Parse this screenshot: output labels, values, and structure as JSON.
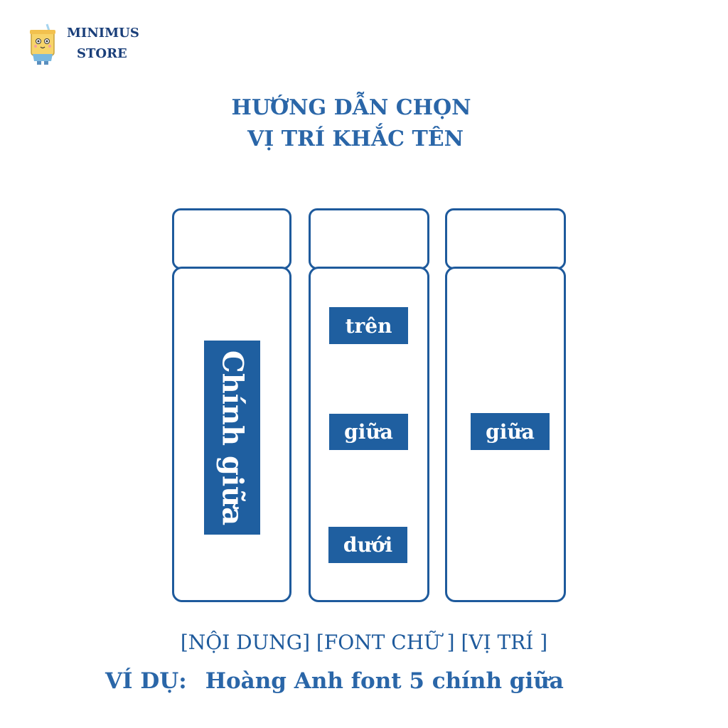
{
  "brand": {
    "line1": "MINIMUS",
    "line2": "STORE",
    "logo_icon": "cup-mascot-icon"
  },
  "title": {
    "line1": "HƯỚNG DẪN CHỌN",
    "line2": "VỊ TRÍ KHẮC TÊN"
  },
  "bottles": [
    {
      "labels": [
        "Chính giữa"
      ]
    },
    {
      "labels": [
        "trên",
        "giữa",
        "dưới"
      ]
    },
    {
      "labels": [
        "giữa"
      ]
    }
  ],
  "format": {
    "text": "[NỘI DUNG] [FONT CHỮ ] [VỊ TRÍ ]"
  },
  "example": {
    "label": "VÍ DỤ:",
    "text": "Hoàng Anh font 5 chính giữa"
  },
  "colors": {
    "primary": "#1f5fa0",
    "outline": "#1e5a9c",
    "title": "#2a66a8",
    "brand": "#1a3f7a"
  }
}
